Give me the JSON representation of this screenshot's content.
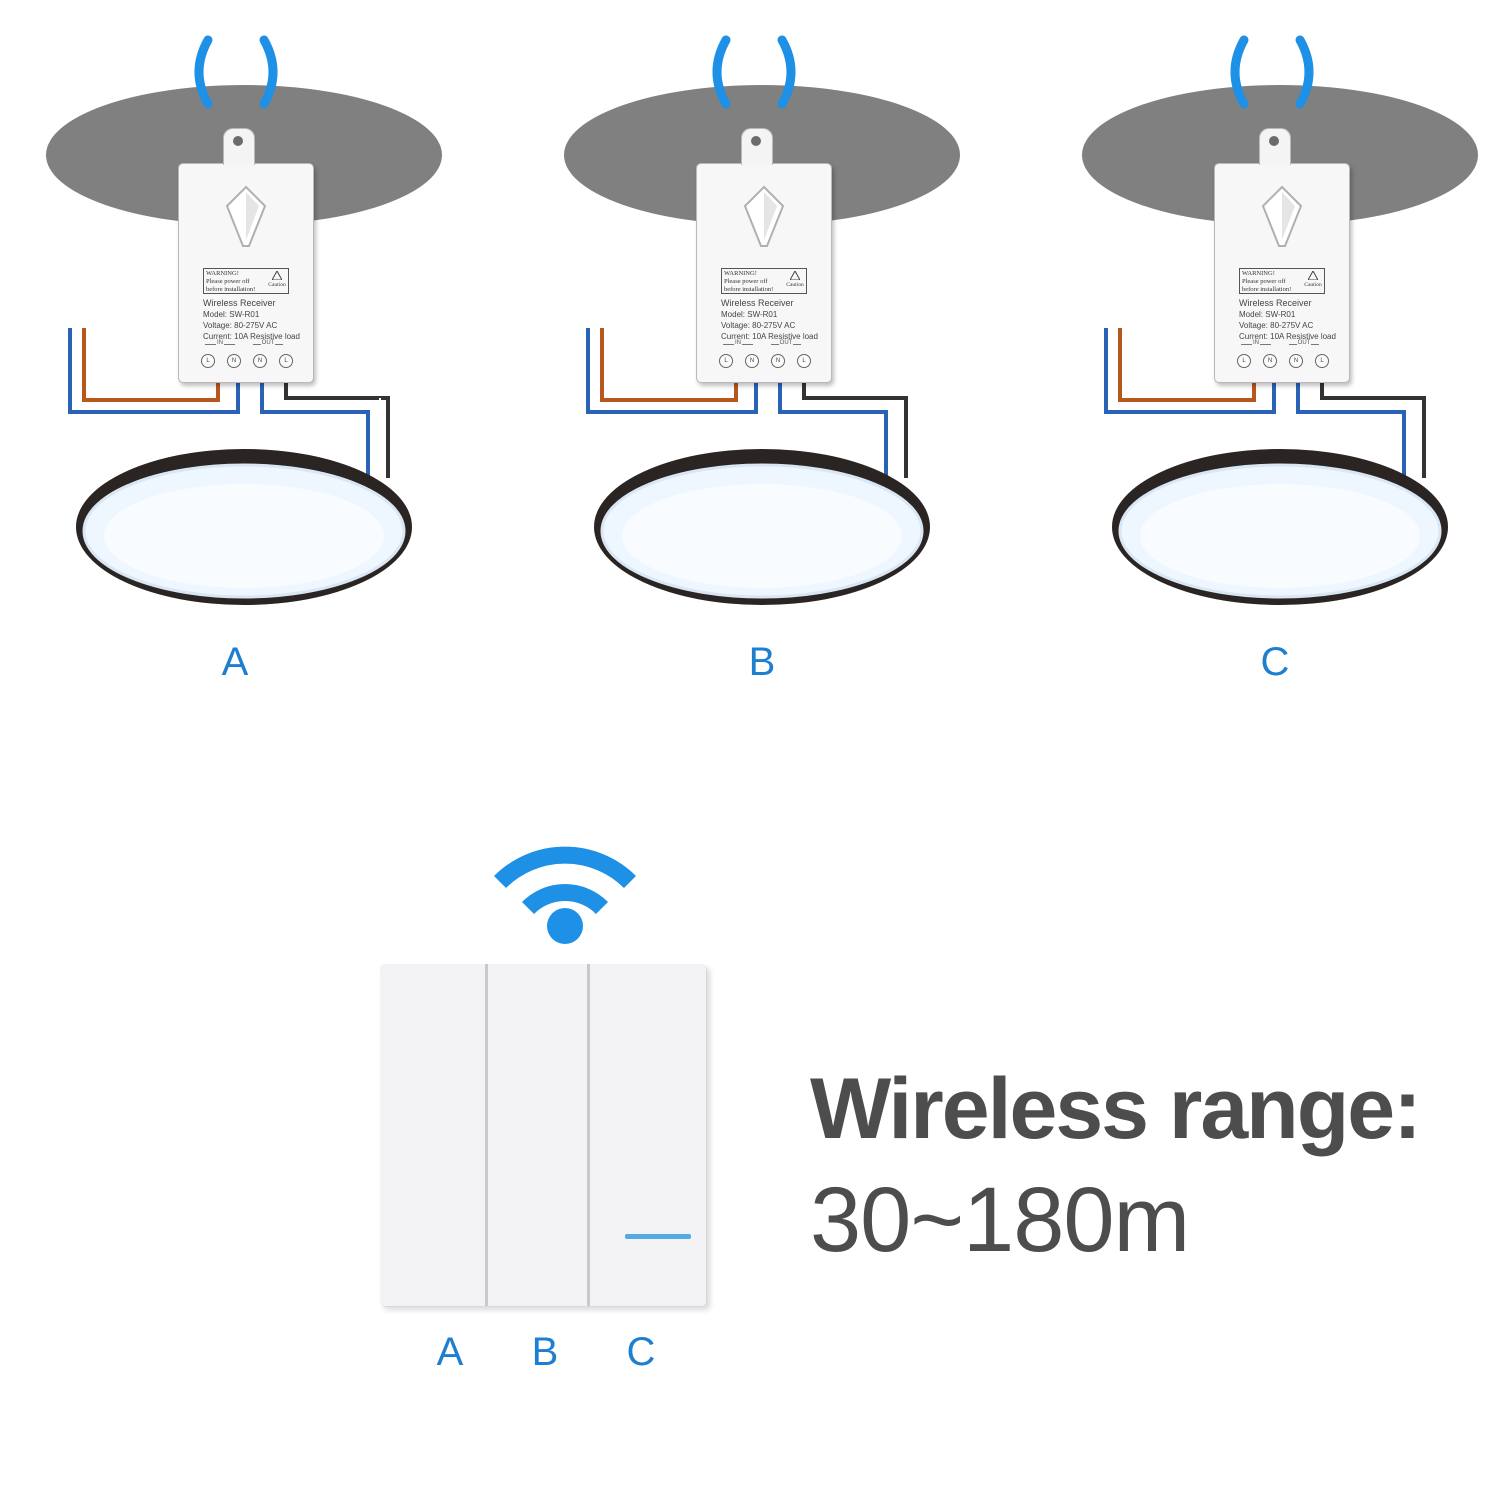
{
  "colors": {
    "accent_blue": "#1e7fd0",
    "signal_blue": "#1e90e6",
    "ceiling_gray": "#808080",
    "wire_blue": "#2a63b5",
    "wire_brown": "#b8571c",
    "wire_black": "#333333",
    "lamp_frame": "#2a2422",
    "text_gray": "#4d4d4d"
  },
  "receiver": {
    "warning_lines": [
      "WARNING!",
      "Please power off",
      "before installation!"
    ],
    "caution": "Caution",
    "name": "Wireless Receiver",
    "model": "Model: SW-R01",
    "voltage": "Voltage: 80-275V AC",
    "current": "Current: 10A Resistive load",
    "in_label": "IN",
    "out_label": "OUT",
    "terminals": [
      "L",
      "N",
      "N",
      "L"
    ]
  },
  "units": [
    {
      "label": "A"
    },
    {
      "label": "B"
    },
    {
      "label": "C"
    }
  ],
  "switch": {
    "labels": [
      "A",
      "B",
      "C"
    ],
    "icon": "wifi-icon"
  },
  "range": {
    "title": "Wireless range:",
    "value": "30~180m"
  }
}
